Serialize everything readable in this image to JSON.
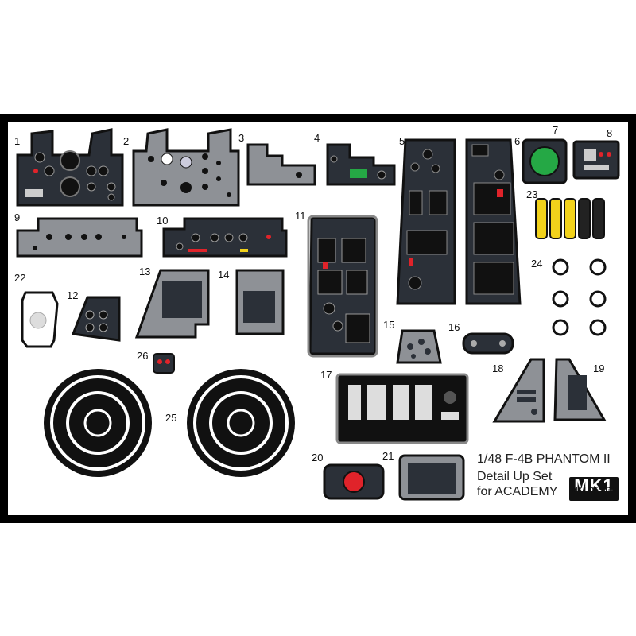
{
  "sheet": {
    "title_line1": "1/48 F-4B PHANTOM II",
    "title_line2": "Detail Up Set",
    "title_line3": "for ACADEMY",
    "logo_text": "MK1",
    "logo_subtext": "MK1 DESIGN"
  },
  "part_numbers": [
    "1",
    "2",
    "3",
    "4",
    "5",
    "6",
    "7",
    "8",
    "9",
    "10",
    "11",
    "12",
    "13",
    "14",
    "15",
    "16",
    "17",
    "18",
    "19",
    "20",
    "21",
    "22",
    "23",
    "24",
    "25",
    "26"
  ],
  "colors": {
    "background": "#000000",
    "sheet": "#ffffff",
    "panel_dark": "#2b3038",
    "panel_grey": "#8e9196",
    "outline": "#111111",
    "warning_red": "#e0232a",
    "indicator_green": "#25a845",
    "strap_yellow": "#f2d21b"
  }
}
